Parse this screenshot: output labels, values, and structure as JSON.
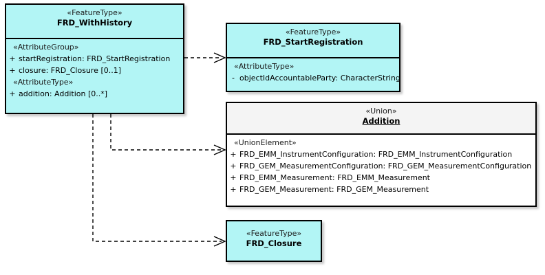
{
  "diagram": {
    "title": "FRD_WithHistory UML class diagram",
    "background_color": "#ffffff",
    "featuretype_fill": "#b2f5f5",
    "union_fill": "#ffffff",
    "border_color": "#000000"
  },
  "classes": {
    "frd_with_history": {
      "stereotype": "«FeatureType»",
      "name": "FRD_WithHistory",
      "compartments": [
        {
          "group_label": "«AttributeGroup»",
          "attributes": [
            {
              "visibility": "+",
              "text": "startRegistration: FRD_StartRegistration"
            },
            {
              "visibility": "+",
              "text": "closure: FRD_Closure [0..1]"
            }
          ]
        },
        {
          "group_label": "«AttributeType»",
          "attributes": [
            {
              "visibility": "+",
              "text": "addition: Addition [0..*]"
            }
          ]
        }
      ]
    },
    "frd_start_registration": {
      "stereotype": "«FeatureType»",
      "name": "FRD_StartRegistration",
      "compartments": [
        {
          "group_label": "«AttributeType»",
          "attributes": [
            {
              "visibility": "-",
              "text": "objectIdAccountableParty: CharacterString"
            }
          ]
        }
      ]
    },
    "addition": {
      "stereotype": "«Union»",
      "name": "Addition",
      "compartments": [
        {
          "group_label": "«UnionElement»",
          "attributes": [
            {
              "visibility": "+",
              "text": "FRD_EMM_InstrumentConfiguration: FRD_EMM_InstrumentConfiguration"
            },
            {
              "visibility": "+",
              "text": "FRD_GEM_MeasurementConfiguration: FRD_GEM_MeasurementConfiguration"
            },
            {
              "visibility": "+",
              "text": "FRD_EMM_Measurement: FRD_EMM_Measurement"
            },
            {
              "visibility": "+",
              "text": "FRD_GEM_Measurement: FRD_GEM_Measurement"
            }
          ]
        }
      ]
    },
    "frd_closure": {
      "stereotype": "«FeatureType»",
      "name": "FRD_Closure",
      "compartments": []
    }
  },
  "connectors": [
    {
      "name": "dependency-withhistory-to-startregistration",
      "from": "frd_with_history",
      "to": "frd_start_registration",
      "style": "dashed",
      "arrow": "open"
    },
    {
      "name": "dependency-withhistory-to-addition",
      "from": "frd_with_history",
      "to": "addition",
      "style": "dashed",
      "arrow": "open"
    },
    {
      "name": "dependency-withhistory-to-closure",
      "from": "frd_with_history",
      "to": "frd_closure",
      "style": "dashed",
      "arrow": "open"
    }
  ]
}
